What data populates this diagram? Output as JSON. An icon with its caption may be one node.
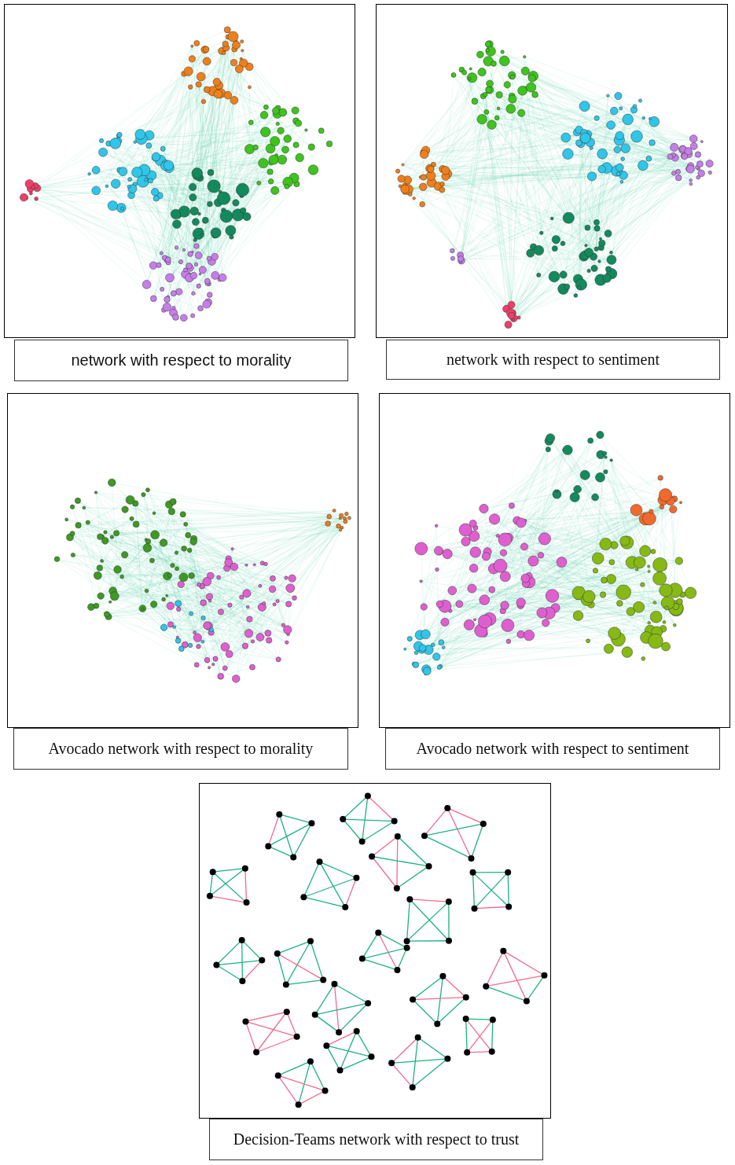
{
  "diagram": {
    "nodes": [
      {
        "text": [
          "network with respect to morality"
        ]
      },
      {
        "text": [
          "network with respect to sentiment"
        ]
      },
      {
        "text": [
          "Avocado network with respect to morality"
        ]
      },
      {
        "text": [
          "Avocado network with respect to sentiment"
        ]
      },
      {
        "text": [
          "Decision-Teams network with respect to trust"
        ]
      }
    ]
  }
}
